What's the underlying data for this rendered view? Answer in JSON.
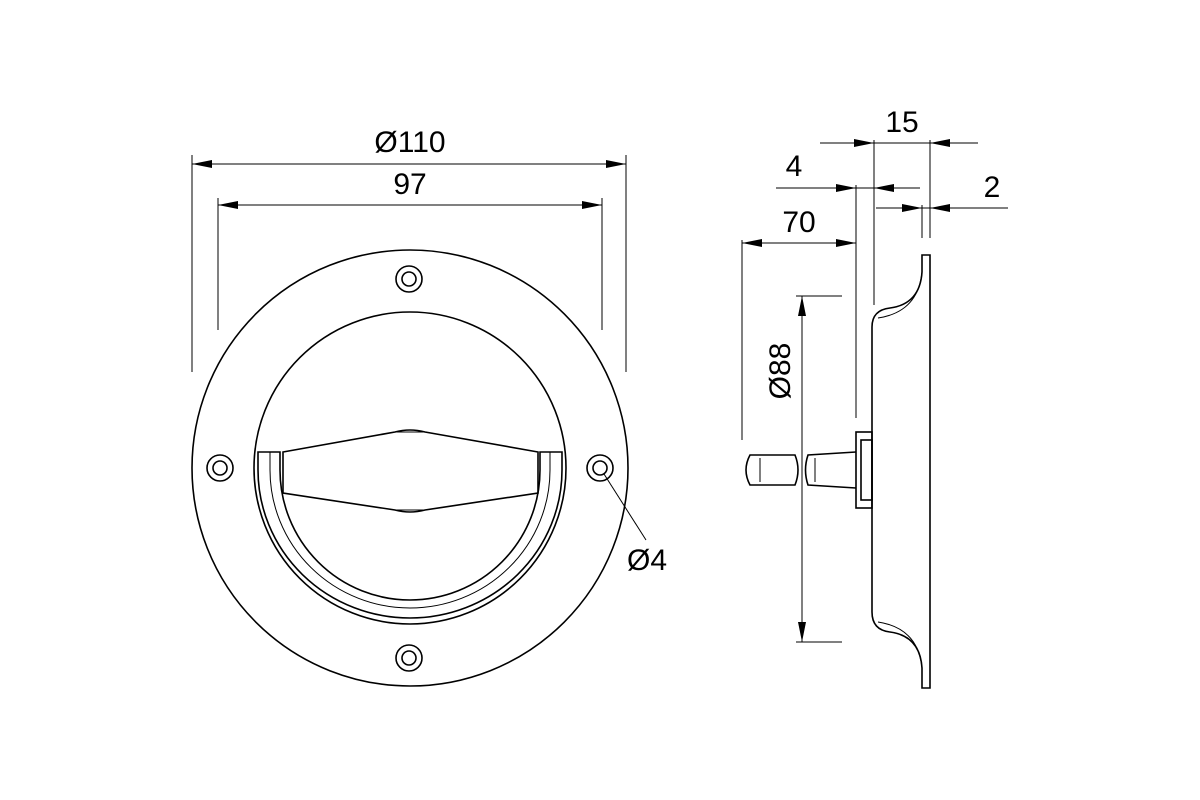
{
  "dimensions": {
    "outer_diameter": "Ø110",
    "hole_circle": "97",
    "hole_diameter": "Ø4",
    "flange_diameter": "Ø88",
    "total_depth": "15",
    "wall_offset": "4",
    "flange_thickness": "2",
    "spindle_length": "70"
  },
  "colors": {
    "line": "#000000",
    "background": "#ffffff"
  }
}
